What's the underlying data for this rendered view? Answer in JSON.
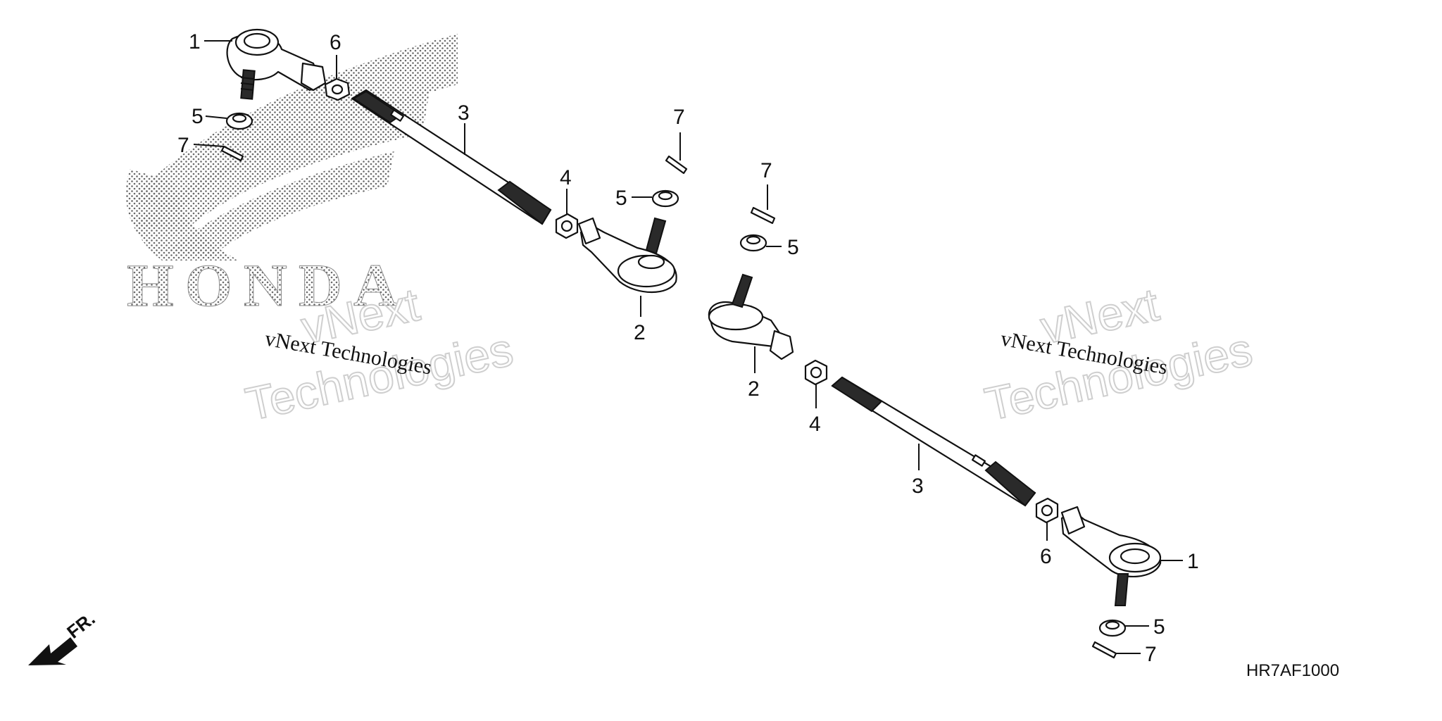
{
  "logo": {
    "brand": "HONDA"
  },
  "watermarks": [
    {
      "small": "vNext Technologies",
      "big_line1": "vNext",
      "big_line2": "Technologies"
    },
    {
      "small": "vNext Technologies",
      "big_line1": "vNext",
      "big_line2": "Technologies"
    }
  ],
  "direction": {
    "label": "FR.",
    "icon": "front-direction-arrow-icon"
  },
  "diagram_code": "HR7AF1000",
  "callouts": {
    "left_tie_rod_end_1": "1",
    "left_lock_nut_6": "6",
    "left_nut_5": "5",
    "left_cotter_pin_7": "7",
    "left_tie_rod_3": "3",
    "left_lock_nut_4": "4",
    "left_cotter_pin_7_b": "7",
    "left_nut_5_b": "5",
    "left_tie_rod_end_2": "2",
    "right_cotter_pin_7": "7",
    "right_nut_5": "5",
    "right_tie_rod_end_2": "2",
    "right_lock_nut_4": "4",
    "right_tie_rod_3": "3",
    "right_lock_nut_6": "6",
    "right_tie_rod_end_1": "1",
    "right_nut_5_b": "5",
    "right_cotter_pin_7_b": "7"
  }
}
